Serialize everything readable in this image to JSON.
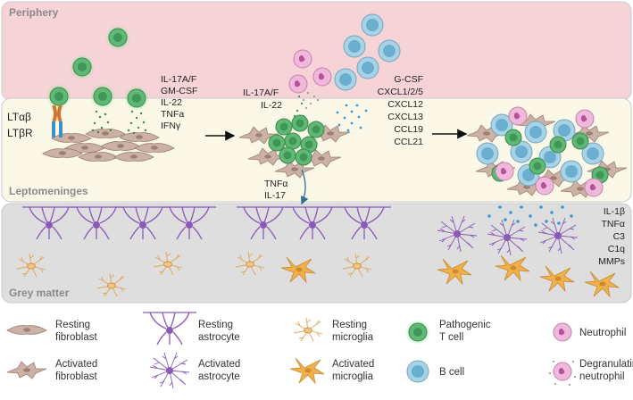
{
  "zones": {
    "periphery": "Periphery",
    "leptomeninges": "Leptomeninges",
    "grey_matter": "Grey matter"
  },
  "receptors": {
    "ligand": "LTαβ",
    "receptor": "LTβR"
  },
  "stage1_cytokines": [
    "IL-17A/F",
    "GM-CSF",
    "IL-22",
    "TNFa",
    "IFNγ"
  ],
  "stage2_cytokines": [
    "IL-17A/F",
    "IL-22"
  ],
  "stage2_lower": [
    "TNFα",
    "IL-17"
  ],
  "chemokines": [
    {
      "text": "G-CSF",
      "color": "#d23b3b"
    },
    {
      "text": "CXCL1/2/5",
      "color": "#d23b3b"
    },
    {
      "text": "CXCL12",
      "color": "#3a8fc4"
    },
    {
      "text": "CXCL13",
      "color": "#3a8fc4"
    },
    {
      "text": "CCL19",
      "color": "#4ea83a"
    },
    {
      "text": "CCL21",
      "color": "#4ea83a"
    }
  ],
  "stage3_factors": [
    "IL-1β",
    "TNFα",
    "C3",
    "C1q",
    "MMPs"
  ],
  "legend": {
    "resting_fibroblast": [
      "Resting",
      "fibroblast"
    ],
    "activated_fibroblast": [
      "Activated",
      "fibroblast"
    ],
    "resting_astrocyte": [
      "Resting",
      "astrocyte"
    ],
    "activated_astrocyte": [
      "Activated",
      "astrocyte"
    ],
    "resting_microglia": [
      "Resting",
      "microglia"
    ],
    "activated_microglia": [
      "Activated",
      "microglia"
    ],
    "tcell": [
      "Pathogenic",
      "T cell"
    ],
    "bcell": [
      "B cell"
    ],
    "neutrophil": [
      "Neutrophil"
    ],
    "degranulating": [
      "Degranulating",
      "neutrophil"
    ]
  },
  "colors": {
    "periphery_bg": "#f6d3d6",
    "lepto_bg": "#fbf8e8",
    "grey_bg": "#dedede",
    "tcell": "#5fb873",
    "bcell": "#8fc6dd",
    "neutrophil": "#e9a6cf",
    "astrocyte": "#8a5ab8",
    "microglia": "#e7a64b",
    "fibroblast": "#c9b0a3"
  }
}
